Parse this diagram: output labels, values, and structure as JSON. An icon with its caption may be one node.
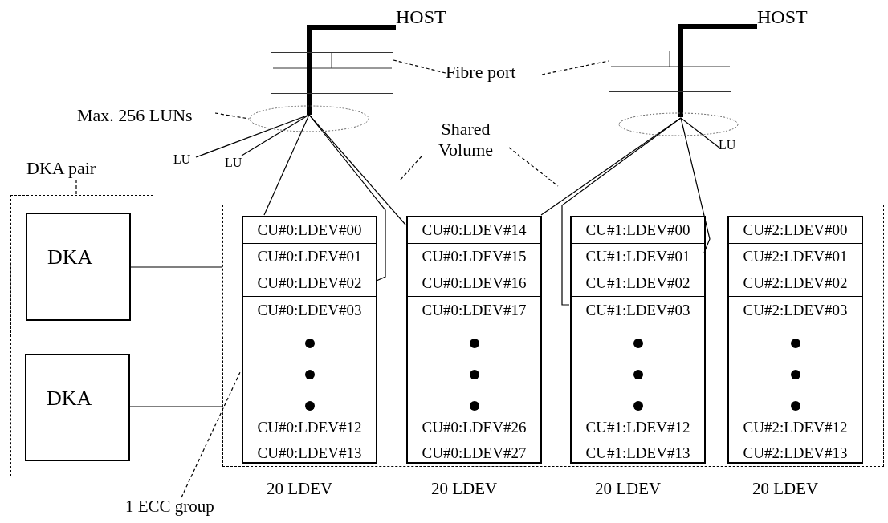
{
  "diagram": {
    "nodes": [
      {
        "text": [
          "HOST"
        ]
      },
      {
        "text": [],
        "shape": "box"
      },
      {
        "text": [
          "HOST"
        ]
      },
      {
        "text": [],
        "shape": "box"
      },
      {
        "text": [
          "Fibre port"
        ]
      },
      {
        "text": [
          "Max. 256 LUNs"
        ]
      },
      {
        "text": [],
        "shape": "ellipse"
      },
      {
        "text": [],
        "shape": "ellipse"
      },
      {
        "text": [
          "LU"
        ]
      },
      {
        "text": [
          "LU"
        ]
      },
      {
        "text": [
          "LU"
        ]
      },
      {
        "text": [
          "Shared Volume"
        ]
      },
      {
        "text": [],
        "shape": "box"
      },
      {
        "text": [
          "DKA pair"
        ]
      },
      {
        "text": [],
        "shape": "box"
      },
      {
        "text": [
          "DKA"
        ],
        "in": 14
      },
      {
        "text": [
          "DKA"
        ],
        "in": 14
      },
      {
        "text": [],
        "shape": "box",
        "in": 12,
        "beside": [
          "20 LDEV"
        ]
      },
      {
        "text": [
          "CU#0:LDEV#00"
        ],
        "in": 17
      },
      {
        "text": [
          "CU#0:LDEV#01"
        ],
        "in": 17
      },
      {
        "text": [
          "CU#0:LDEV#02"
        ],
        "in": 17
      },
      {
        "text": [
          "CU#0:LDEV#03"
        ],
        "in": 17
      },
      {
        "text": [
          "CU#0:LDEV#12"
        ],
        "in": 17
      },
      {
        "text": [
          "CU#0:LDEV#13"
        ],
        "in": 17
      },
      {
        "text": [],
        "shape": "box",
        "in": 12,
        "beside": [
          "20 LDEV"
        ]
      },
      {
        "text": [
          "CU#0:LDEV#14"
        ],
        "in": 24
      },
      {
        "text": [
          "CU#0:LDEV#15"
        ],
        "in": 24
      },
      {
        "text": [
          "CU#0:LDEV#16"
        ],
        "in": 24
      },
      {
        "text": [
          "CU#0:LDEV#17"
        ],
        "in": 24
      },
      {
        "text": [
          "CU#0:LDEV#26"
        ],
        "in": 24
      },
      {
        "text": [
          "CU#0:LDEV#27"
        ],
        "in": 24
      },
      {
        "text": [],
        "shape": "box",
        "in": 12,
        "beside": [
          "20 LDEV"
        ]
      },
      {
        "text": [
          "CU#1:LDEV#00"
        ],
        "in": 31
      },
      {
        "text": [
          "CU#1:LDEV#01"
        ],
        "in": 31
      },
      {
        "text": [
          "CU#1:LDEV#02"
        ],
        "in": 31
      },
      {
        "text": [
          "CU#1:LDEV#03"
        ],
        "in": 31
      },
      {
        "text": [
          "CU#1:LDEV#12"
        ],
        "in": 31
      },
      {
        "text": [
          "CU#1:LDEV#13"
        ],
        "in": 31
      },
      {
        "text": [],
        "shape": "box",
        "in": 12,
        "beside": [
          "20 LDEV"
        ]
      },
      {
        "text": [
          "CU#2:LDEV#00"
        ],
        "in": 38
      },
      {
        "text": [
          "CU#2:LDEV#01"
        ],
        "in": 38
      },
      {
        "text": [
          "CU#2:LDEV#02"
        ],
        "in": 38
      },
      {
        "text": [
          "CU#2:LDEV#03"
        ],
        "in": 38
      },
      {
        "text": [
          "CU#2:LDEV#12"
        ],
        "in": 38
      },
      {
        "text": [
          "CU#2:LDEV#13"
        ],
        "in": 38
      },
      {
        "text": [
          "1 ECC group"
        ]
      }
    ],
    "edges": [
      {
        "from": 0,
        "to": 1,
        "arrow": "none",
        "style": "thick"
      },
      {
        "from": 1,
        "to": 6,
        "arrow": "none",
        "style": "thick"
      },
      {
        "from": 2,
        "to": 3,
        "arrow": "none",
        "style": "thick"
      },
      {
        "from": 3,
        "to": 7,
        "arrow": "none",
        "style": "thick"
      },
      {
        "from": 4,
        "to": 1,
        "arrow": "none",
        "style": "dashed"
      },
      {
        "from": 4,
        "to": 3,
        "arrow": "none",
        "style": "dashed"
      },
      {
        "from": 5,
        "to": 6,
        "arrow": "none",
        "style": "dashed"
      },
      {
        "from": 6,
        "to": 8,
        "arrow": "none"
      },
      {
        "from": 6,
        "to": 9,
        "arrow": "none"
      },
      {
        "from": 6,
        "to": 18,
        "arrow": "none"
      },
      {
        "from": 6,
        "to": 20,
        "arrow": "none"
      },
      {
        "from": 6,
        "to": 25,
        "arrow": "none"
      },
      {
        "from": 7,
        "to": 10,
        "arrow": "none"
      },
      {
        "from": 7,
        "to": 25,
        "arrow": "none"
      },
      {
        "from": 7,
        "to": 33,
        "arrow": "none"
      },
      {
        "from": 7,
        "to": 35,
        "arrow": "none"
      },
      {
        "from": 11,
        "to": null,
        "arrow": "none",
        "style": "dashed"
      },
      {
        "from": 11,
        "to": null,
        "arrow": "none",
        "style": "dashed"
      },
      {
        "from": 13,
        "to": 14,
        "arrow": "none",
        "style": "dashed"
      },
      {
        "from": 15,
        "to": 12,
        "arrow": "none"
      },
      {
        "from": 16,
        "to": 12,
        "arrow": "none"
      },
      {
        "from": 45,
        "to": 17,
        "arrow": "none",
        "style": "dashed"
      }
    ]
  }
}
